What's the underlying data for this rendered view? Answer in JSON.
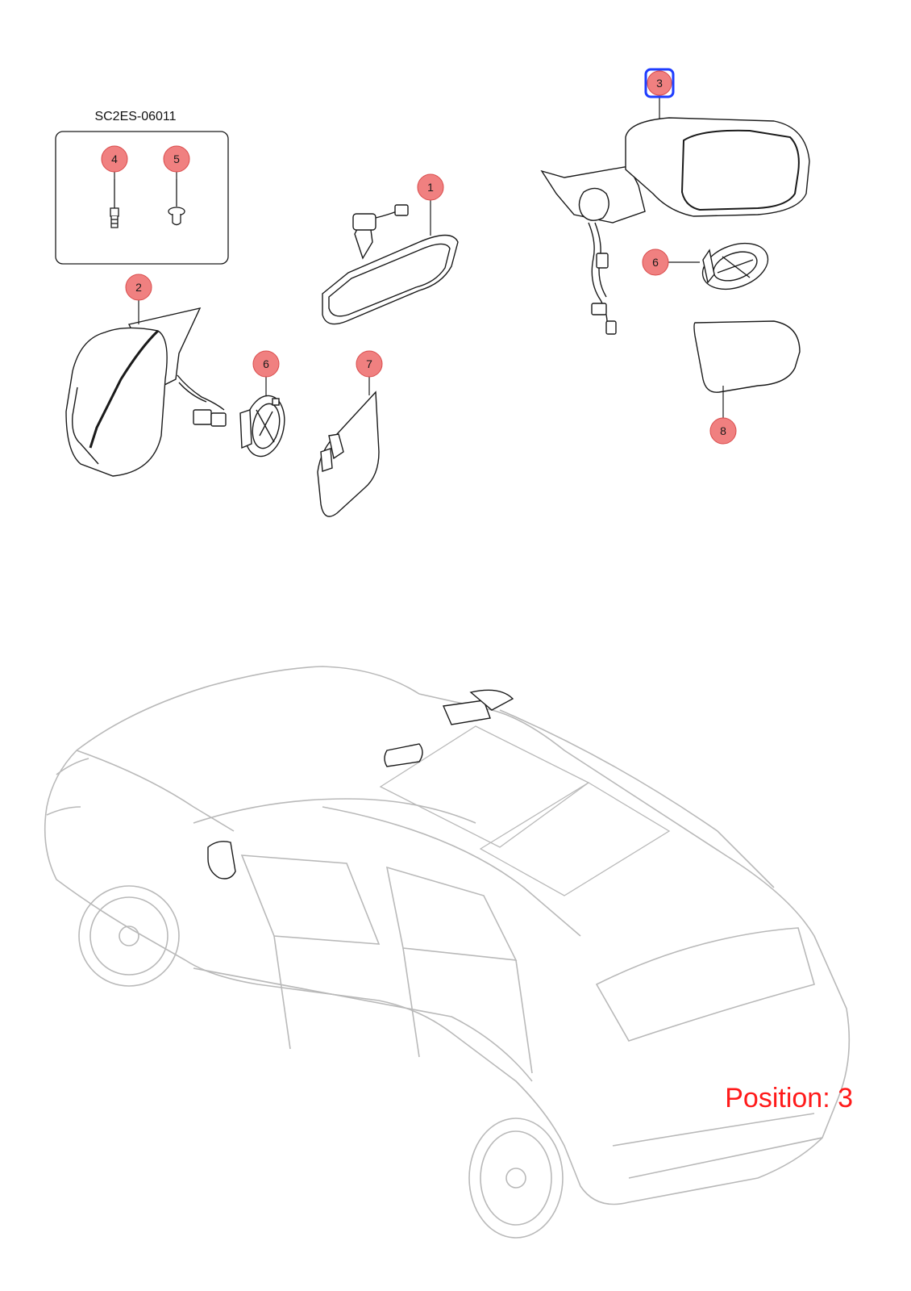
{
  "box_title": "SC2ES-06011",
  "callouts": {
    "c1": "1",
    "c2": "2",
    "c3": "3",
    "c4": "4",
    "c5": "5",
    "c6a": "6",
    "c6b": "6",
    "c7": "7",
    "c8": "8"
  },
  "highlighted_callout": "3",
  "position_label": "Position: 3",
  "colors": {
    "callout_fill": "#f08080",
    "callout_stroke": "#d94b4b",
    "highlight": "#1e3cff",
    "line_art": "#1a1a1a",
    "car_outline": "#b9b9b9",
    "position_text": "#ff1a1a"
  }
}
